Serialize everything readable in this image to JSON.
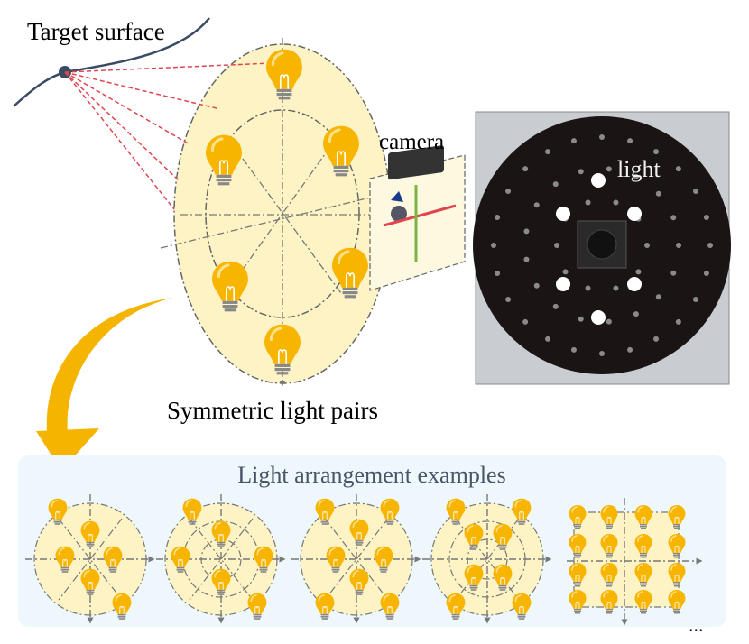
{
  "labels": {
    "target_surface": "Target surface",
    "camera": "camera",
    "light": "light",
    "symmetric_pairs": "Symmetric light pairs",
    "examples_title": "Light arrangement examples",
    "ellipsis": "..."
  },
  "colors": {
    "bulb": "#f7b500",
    "disc_fill": "#fdf3c4",
    "panel_bg": "#eef7fb",
    "ray": "#e0454f",
    "arrow": "#f5b400",
    "title_text": "#4a5468"
  }
}
